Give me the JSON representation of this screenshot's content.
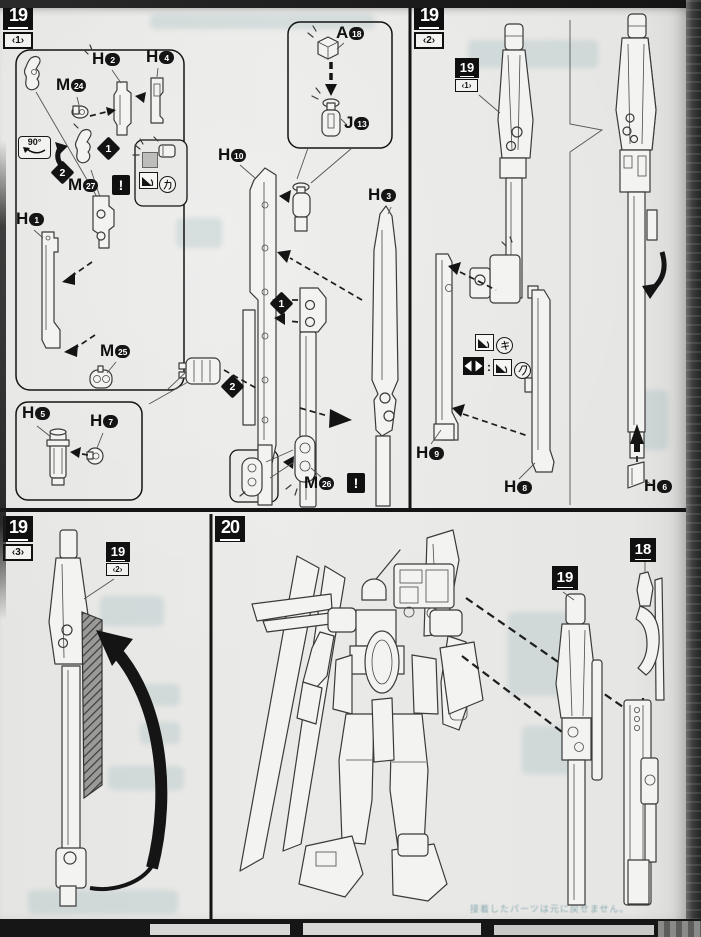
{
  "steps": {
    "step19_panel1": {
      "num": "19",
      "sub": "‹1›"
    },
    "step19_panel2": {
      "num": "19",
      "sub": "‹2›"
    },
    "step19_panel3": {
      "num": "19",
      "sub": "‹3›"
    },
    "step20_panel": {
      "num": "20"
    },
    "ref_19_1": {
      "num": "19",
      "sub": "‹1›"
    },
    "ref_19_2": {
      "num": "19",
      "sub": "‹2›"
    },
    "part_ref_19": "19",
    "part_ref_18": "18"
  },
  "parts": {
    "h1": {
      "letter": "H",
      "num": "1"
    },
    "h2": {
      "letter": "H",
      "num": "2"
    },
    "h3": {
      "letter": "H",
      "num": "3"
    },
    "h4": {
      "letter": "H",
      "num": "4"
    },
    "h5": {
      "letter": "H",
      "num": "5"
    },
    "h6": {
      "letter": "H",
      "num": "6"
    },
    "h7": {
      "letter": "H",
      "num": "7"
    },
    "h8": {
      "letter": "H",
      "num": "8"
    },
    "h9": {
      "letter": "H",
      "num": "9"
    },
    "h10": {
      "letter": "H",
      "num": "10"
    },
    "m24": {
      "letter": "M",
      "num": "24"
    },
    "m25": {
      "letter": "M",
      "num": "25"
    },
    "m26": {
      "letter": "M",
      "num": "26"
    },
    "m27": {
      "letter": "M",
      "num": "27"
    },
    "a18": {
      "letter": "A",
      "num": "18"
    },
    "j13": {
      "letter": "J",
      "num": "13"
    }
  },
  "sequence_markers": {
    "one": "1",
    "two": "2"
  },
  "icons": {
    "warning": "!",
    "rotate_90": "90°",
    "sticker_ka": "カ",
    "sticker_ki": "キ",
    "sticker_ku": "ク",
    "colon": ":"
  },
  "bleed_text": {
    "bottom_right": "接着したパーツは元に戻せません。"
  },
  "colors": {
    "paper": "#e8e8e6",
    "ink": "#1a1a1a",
    "bleed_teal": "#5f94a0"
  }
}
